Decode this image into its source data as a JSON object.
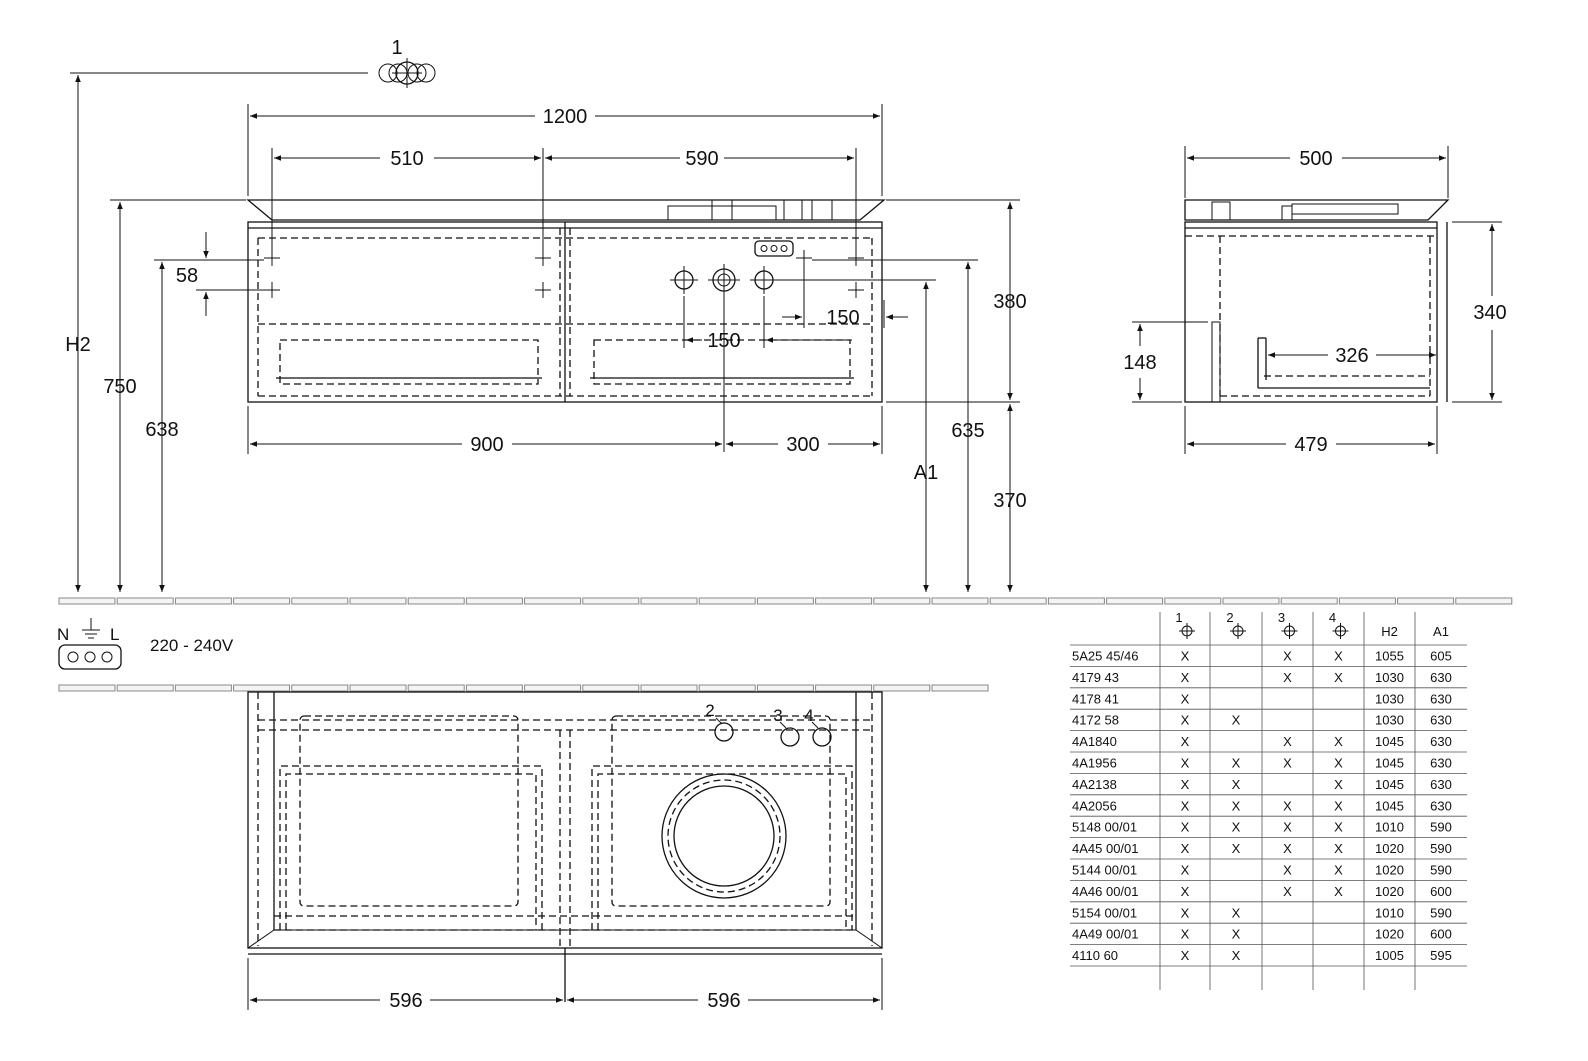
{
  "callout_top": "1",
  "dimensions_front": {
    "overall_width": "1200",
    "left_span": "510",
    "right_span": "590",
    "spacing_58": "58",
    "tap_spacing_a": "150",
    "tap_spacing_b": "150",
    "height_380": "380",
    "height_370": "370",
    "height_635": "635",
    "height_638": "638",
    "height_750": "750",
    "h2": "H2",
    "a1": "A1",
    "bottom_900": "900",
    "bottom_300": "300"
  },
  "dimensions_side": {
    "depth_top": "500",
    "height_340": "340",
    "height_148": "148",
    "inner_326": "326",
    "depth_bottom": "479"
  },
  "dimensions_plan": {
    "left": "596",
    "right": "596",
    "callout_2": "2",
    "callout_3": "3",
    "callout_4": "4"
  },
  "electrical": {
    "n": "N",
    "l": "L",
    "voltage": "220 - 240V"
  },
  "table": {
    "headers": [
      "1",
      "2",
      "3",
      "4",
      "H2",
      "A1"
    ],
    "rows": [
      [
        "5A25 45/46",
        "X",
        "",
        "X",
        "X",
        "1055",
        "605"
      ],
      [
        "4179 43",
        "X",
        "",
        "X",
        "X",
        "1030",
        "630"
      ],
      [
        "4178 41",
        "X",
        "",
        "",
        "",
        "1030",
        "630"
      ],
      [
        "4172 58",
        "X",
        "X",
        "",
        "",
        "1030",
        "630"
      ],
      [
        "4A1840",
        "X",
        "",
        "X",
        "X",
        "1045",
        "630"
      ],
      [
        "4A1956",
        "X",
        "X",
        "X",
        "X",
        "1045",
        "630"
      ],
      [
        "4A2138",
        "X",
        "X",
        "",
        "X",
        "1045",
        "630"
      ],
      [
        "4A2056",
        "X",
        "X",
        "X",
        "X",
        "1045",
        "630"
      ],
      [
        "5148 00/01",
        "X",
        "X",
        "X",
        "X",
        "1010",
        "590"
      ],
      [
        "4A45 00/01",
        "X",
        "X",
        "X",
        "X",
        "1020",
        "590"
      ],
      [
        "5144 00/01",
        "X",
        "",
        "X",
        "X",
        "1020",
        "590"
      ],
      [
        "4A46 00/01",
        "X",
        "",
        "X",
        "X",
        "1020",
        "600"
      ],
      [
        "5154 00/01",
        "X",
        "X",
        "",
        "",
        "1010",
        "590"
      ],
      [
        "4A49 00/01",
        "X",
        "X",
        "",
        "",
        "1020",
        "600"
      ],
      [
        "4110 60",
        "X",
        "X",
        "",
        "",
        "1005",
        "595"
      ]
    ]
  }
}
